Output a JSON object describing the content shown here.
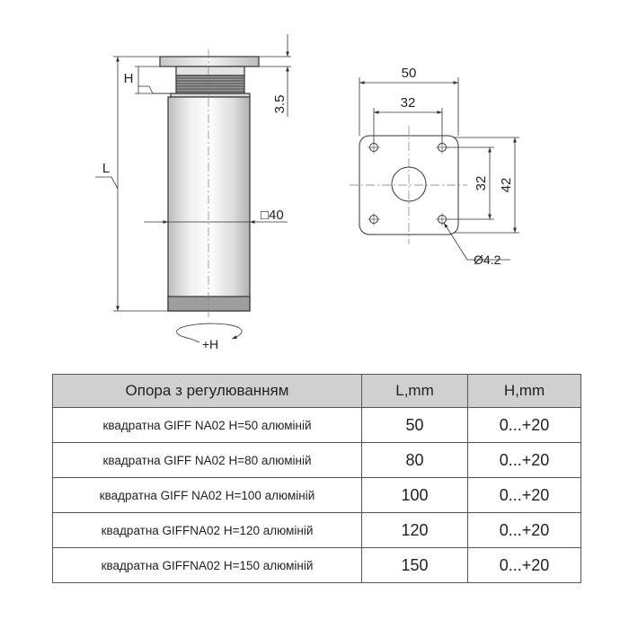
{
  "drawing": {
    "left_view": {
      "label_h": "H",
      "label_l": "L",
      "label_thread": "3.5",
      "label_section": "□40",
      "label_rotation": "+H"
    },
    "top_view": {
      "label_width": "50",
      "label_hole_spacing_x": "32",
      "label_hole_spacing_y": "32",
      "label_height": "42",
      "label_hole_diameter": "Ø4.2"
    }
  },
  "table": {
    "headers": [
      "Опора з регулюванням",
      "L,mm",
      "H,mm"
    ],
    "rows": [
      [
        "квадратна GIFF NA02 H=50 алюміній",
        "50",
        "0...+20"
      ],
      [
        "квадратна GIFF NA02 H=80 алюміній",
        "80",
        "0...+20"
      ],
      [
        "квадратна GIFF NA02 H=100 алюміній",
        "100",
        "0...+20"
      ],
      [
        "квадратна GIFFNA02 H=120 алюміній",
        "120",
        "0...+20"
      ],
      [
        "квадратна GIFFNA02 H=150 алюміній",
        "150",
        "0...+20"
      ]
    ]
  }
}
